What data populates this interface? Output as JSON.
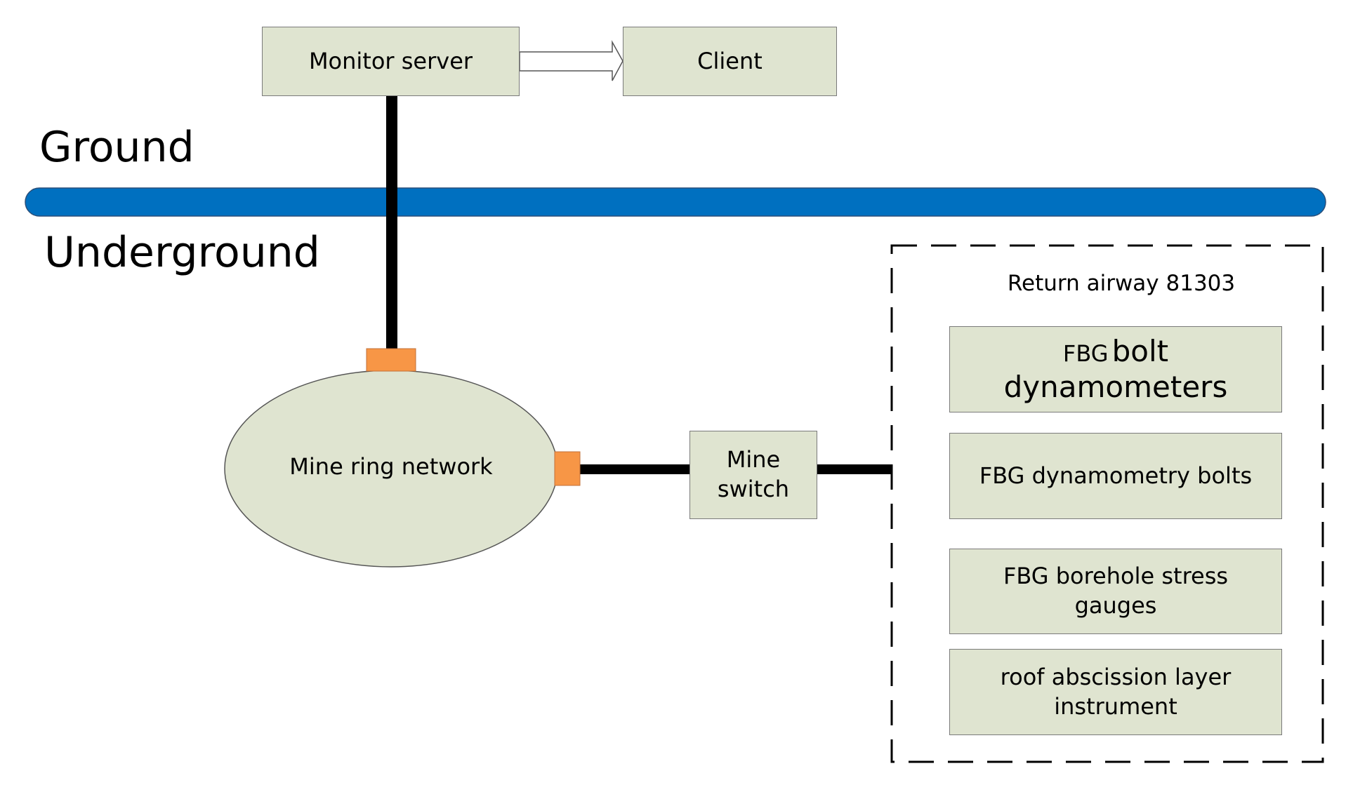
{
  "ground_label": "Ground",
  "underground_label": "Underground",
  "monitor_server": "Monitor server",
  "client": "Client",
  "mine_ring_network": "Mine ring network",
  "mine_switch": {
    "line1": "Mine",
    "line2": "switch"
  },
  "return_airway": "Return airway 81303",
  "instruments": {
    "bolt_dynamometers": {
      "prefix": "FBG",
      "bold_word": "bolt",
      "line2": "dynamometers"
    },
    "dynamometry_bolts": "FBG dynamometry bolts",
    "borehole_stress": {
      "line1": "FBG borehole stress",
      "line2": "gauges"
    },
    "roof_abscission": {
      "line1": "roof abscission layer",
      "line2": "instrument"
    }
  },
  "colors": {
    "box_fill": "#dfe4d0",
    "ground_line": "#0070c0",
    "connector": "#f79646",
    "link": "#000000"
  }
}
